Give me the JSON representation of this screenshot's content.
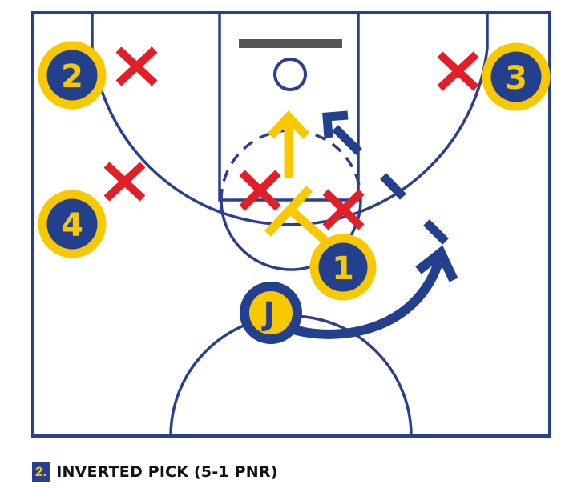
{
  "colors": {
    "court": "#2b3f90",
    "offense_ring": "#f8c800",
    "defense_x": "#e31e26",
    "backboard": "#555555"
  },
  "players": [
    {
      "label": "2"
    },
    {
      "label": "3"
    },
    {
      "label": "4"
    },
    {
      "label": "1"
    },
    {
      "label": "J"
    }
  ],
  "caption": {
    "number": "2.",
    "title": "INVERTED PICK (5-1 PNR)"
  }
}
